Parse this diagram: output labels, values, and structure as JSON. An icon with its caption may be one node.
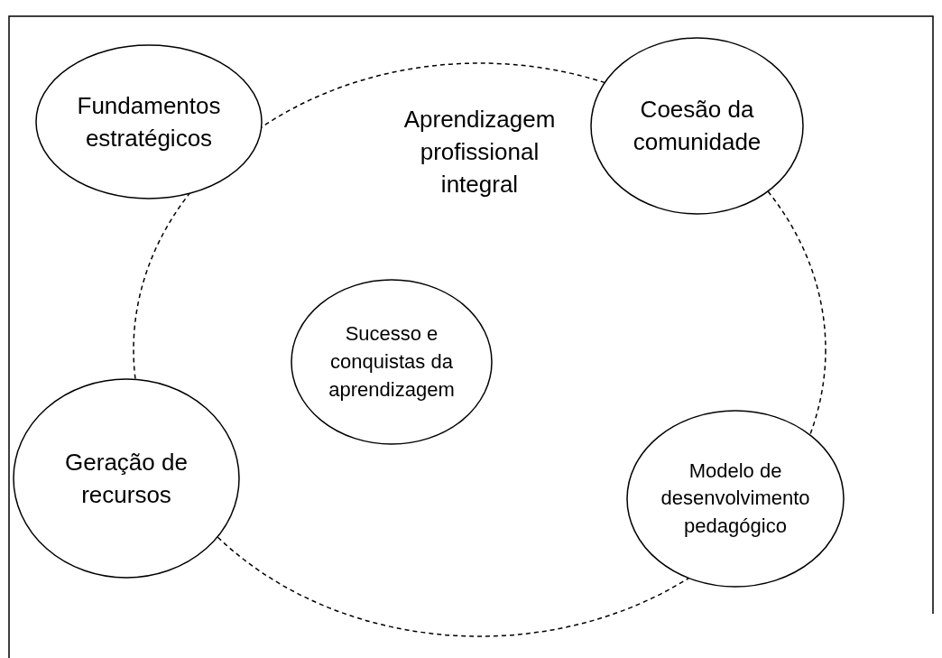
{
  "diagram": {
    "nodes": [
      {
        "text": [
          "Fundamentos estratégicos"
        ]
      },
      {
        "text": [
          "Aprendizagem profissional integral"
        ]
      },
      {
        "text": [
          "Coesão da comunidade"
        ]
      },
      {
        "text": [
          "Sucesso e conquistas da aprendizagem"
        ],
        "in": 1
      },
      {
        "text": [
          "Geração de recursos"
        ]
      },
      {
        "text": [
          "Modelo de desenvolvimento pedagógico"
        ]
      }
    ]
  }
}
